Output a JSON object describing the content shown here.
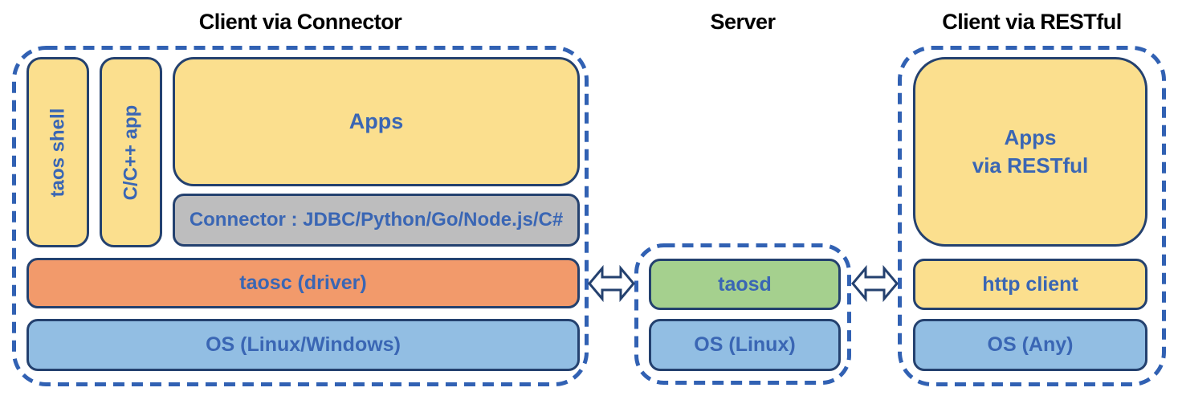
{
  "diagram": {
    "left": {
      "title": "Client via Connector",
      "taos_shell": "taos shell",
      "cpp_app": "C/C++ app",
      "apps": "Apps",
      "connector": "Connector : JDBC/Python/Go/Node.js/C#",
      "taosc": "taosc (driver)",
      "os": "OS (Linux/Windows)"
    },
    "server": {
      "title": "Server",
      "taosd": "taosd",
      "os": "OS (Linux)"
    },
    "rest": {
      "title": "Client via RESTful",
      "apps_line1": "Apps",
      "apps_line2": "via RESTful",
      "http_client": "http client",
      "os": "OS (Any)"
    },
    "icons": {
      "left_link": "bidirectional-arrow-icon",
      "right_link": "bidirectional-arrow-icon"
    },
    "colors": {
      "box_yellow": "#FBDF8E",
      "box_gray": "#BDBDBE",
      "box_orange": "#F29A6B",
      "box_light_blue": "#92BEE3",
      "box_green": "#A5D08E",
      "box_border_navy": "#24416F",
      "dashed_border_blue": "#3161B3",
      "label_blue": "#3A66B4",
      "title_black": "#000000"
    }
  }
}
